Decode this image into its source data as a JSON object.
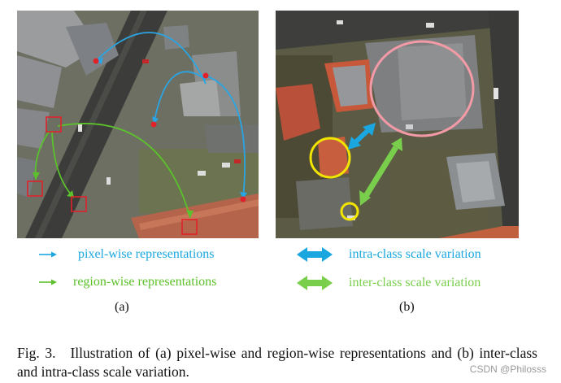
{
  "legend_a": [
    {
      "label": "pixel-wise representations",
      "color": "#1aa7e0"
    },
    {
      "label": "region-wise representations",
      "color": "#5cc12a"
    }
  ],
  "legend_b": [
    {
      "label": "intra-class scale variation",
      "color": "#1aa7e0"
    },
    {
      "label": "inter-class scale variation",
      "color": "#79cf4c"
    }
  ],
  "subfigure_labels": {
    "a": "(a)",
    "b": "(b)"
  },
  "caption": {
    "fig_number": "Fig. 3.",
    "text": "Illustration of (a) pixel-wise and region-wise representations and (b) inter-class and intra-class scale variation."
  },
  "watermark": "CSDN @Philosss",
  "colors": {
    "pixel_arrow": "#2aa5e3",
    "region_arrow": "#5bc12c",
    "pixel_point": "#e0222a",
    "region_box": "#e0222a",
    "building_circle": "#f29aa6",
    "object_circle": "#f2e600",
    "intra_arrow": "#1aa7e0",
    "inter_arrow": "#79cf4c"
  }
}
